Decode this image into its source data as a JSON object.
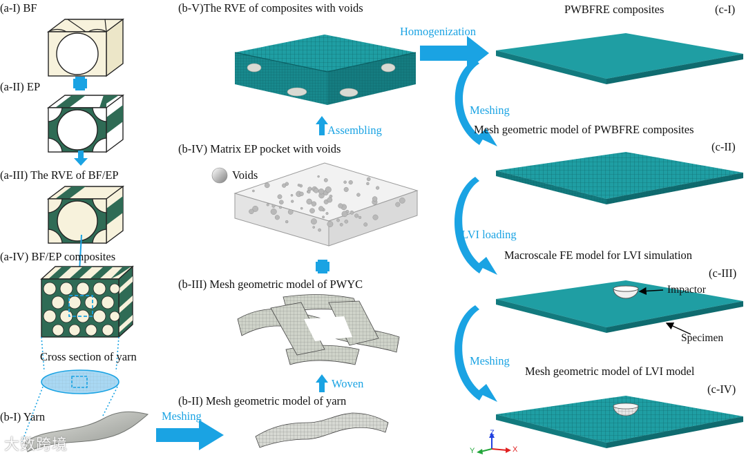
{
  "labels": {
    "a1": "(a-I)   BF",
    "a2": "(a-II)   EP",
    "a3": "(a-III)  The RVE of BF/EP",
    "a4": "(a-IV)  BF/EP composites",
    "cross": "Cross section of yarn",
    "b1": "(b-I)    Yarn",
    "b2": "(b-II)    Mesh geometric model of yarn",
    "b3": "(b-III) Mesh geometric model of PWYC",
    "b4": "(b-IV)     Matrix EP pocket with voids",
    "b5": "(b-V)The RVE of composites with voids",
    "voids": "Voids",
    "c1_title": "PWBFRE composites",
    "c1": "(c-I)",
    "c2_title": "Mesh geometric model of PWBFRE composites",
    "c2": "(c-II)",
    "c3_title": "Macroscale FE model for LVI simulation",
    "c3": "(c-III)",
    "c4_title": "Mesh geometric model of LVI model",
    "c4": "(c-IV)",
    "impactor": "Impactor",
    "specimen": "Specimen"
  },
  "steps": {
    "homogenization": "Homogenization",
    "meshing1": "Meshing",
    "meshing2": "Meshing",
    "meshing3": "Meshing",
    "lvi": "LVI loading",
    "assembling": "Assembling",
    "woven": "Woven"
  },
  "axes": {
    "x": "X",
    "y": "Y",
    "z": "Z"
  },
  "watermark": "大数跨境",
  "colors": {
    "teal": "#1f9ea3",
    "teal_dark": "#0e6f73",
    "fiber": "#f7f2dc",
    "matrix": "#2f6b55",
    "arrow_blue": "#1aa3e3"
  }
}
